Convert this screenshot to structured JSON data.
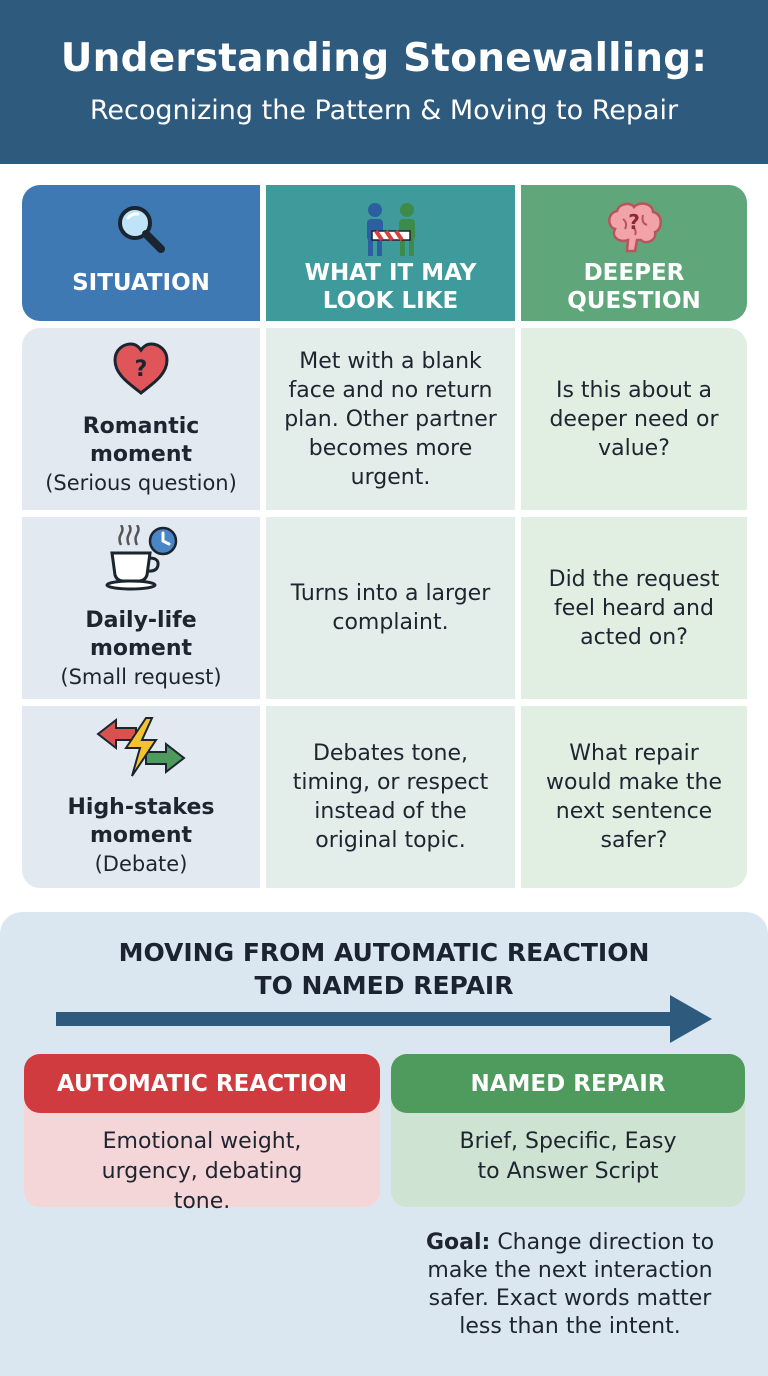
{
  "header": {
    "title": "Understanding Stonewalling:",
    "subtitle": "Recognizing the Pattern & Moving to Repair"
  },
  "table": {
    "columns": [
      {
        "label": "SITUATION",
        "icon": "magnifier-icon"
      },
      {
        "label": "WHAT IT MAY LOOK LIKE",
        "icon": "two-people-barrier-icon"
      },
      {
        "label": "DEEPER QUESTION",
        "icon": "brain-question-icon"
      }
    ],
    "rows": [
      {
        "icon": "heart-question-icon",
        "situation_title": "Romantic moment",
        "situation_sub": "(Serious question)",
        "looks_like": "Met with a blank face and no return plan. Other partner becomes more urgent.",
        "question": "Is this about a deeper need or value?"
      },
      {
        "icon": "coffee-clock-icon",
        "situation_title": "Daily-life moment",
        "situation_sub": "(Small request)",
        "looks_like": "Turns into a larger complaint.",
        "question": "Did the request feel heard and acted on?"
      },
      {
        "icon": "lightning-arrows-icon",
        "situation_title": "High-stakes moment",
        "situation_sub": "(Debate)",
        "looks_like": "Debates tone, timing, or respect instead of the original topic.",
        "question": "What repair would make the next sentence safer?"
      }
    ]
  },
  "bottom": {
    "title": "MOVING FROM AUTOMATIC REACTION TO NAMED REPAIR",
    "automatic": {
      "label": "AUTOMATIC REACTION",
      "text": "Emotional weight, urgency, debating tone."
    },
    "repair": {
      "label": "NAMED REPAIR",
      "text": "Brief, Specific, Easy to Answer Script"
    },
    "goal_label": "Goal:",
    "goal_text": "Change direction to make the next interaction safer. Exact words matter less than the intent."
  },
  "colors": {
    "header_bg": "#2e5a7e",
    "col1": "#3f79b3",
    "col2": "#3f9a9b",
    "col3": "#5fa77a",
    "reaction_red": "#cf3b3e",
    "repair_green": "#4f9a5d"
  }
}
